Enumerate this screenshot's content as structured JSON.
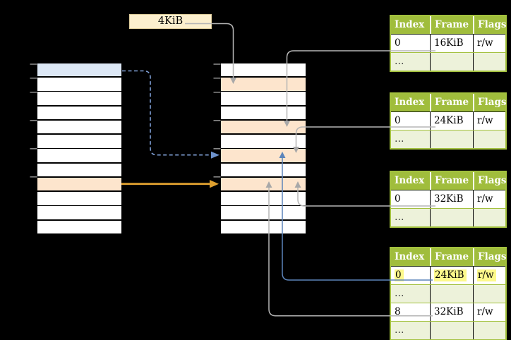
{
  "callout": {
    "label": "4KiB"
  },
  "memory": {
    "virtual_column": {
      "row_count": 12,
      "blue_row_index": 0,
      "orange_row_index": 8
    },
    "physical_column": {
      "row_count": 12,
      "orange_row_indices": [
        1,
        4,
        6,
        8
      ]
    },
    "tick_row_indices": [
      0,
      1,
      2,
      4,
      6,
      8
    ]
  },
  "page_tables": {
    "headers": [
      "Index",
      "Frame",
      "Flags"
    ],
    "table1": {
      "rows": [
        {
          "index": "0",
          "frame": "16KiB",
          "flags": "r/w"
        },
        {
          "index": "…",
          "frame": "",
          "flags": ""
        }
      ]
    },
    "table2": {
      "rows": [
        {
          "index": "0",
          "frame": "24KiB",
          "flags": "r/w"
        },
        {
          "index": "…",
          "frame": "",
          "flags": ""
        }
      ]
    },
    "table3": {
      "rows": [
        {
          "index": "0",
          "frame": "32KiB",
          "flags": "r/w"
        },
        {
          "index": "…",
          "frame": "",
          "flags": ""
        }
      ]
    },
    "table4": {
      "rows": [
        {
          "index": "0",
          "frame": "24KiB",
          "flags": "r/w",
          "highlighted": true
        },
        {
          "index": "…",
          "frame": "",
          "flags": ""
        },
        {
          "index": "8",
          "frame": "32KiB",
          "flags": "r/w"
        },
        {
          "index": "…",
          "frame": "",
          "flags": ""
        }
      ]
    }
  },
  "colors": {
    "background": "#000000",
    "table_green": "#a0bd3c",
    "table_row_light_green": "#edf2da",
    "orange_highlight": "#fde5cd",
    "blue_highlight": "#dce7f5",
    "yellow_text_highlight": "#fdf98b",
    "callout_fill": "#fcefce",
    "gray_arrow": "#b5b5b5",
    "orange_arrow": "#dfa02f",
    "blue_arrow": "#5c84ba",
    "blue_dashed_arrow": "#7e9ed4"
  }
}
